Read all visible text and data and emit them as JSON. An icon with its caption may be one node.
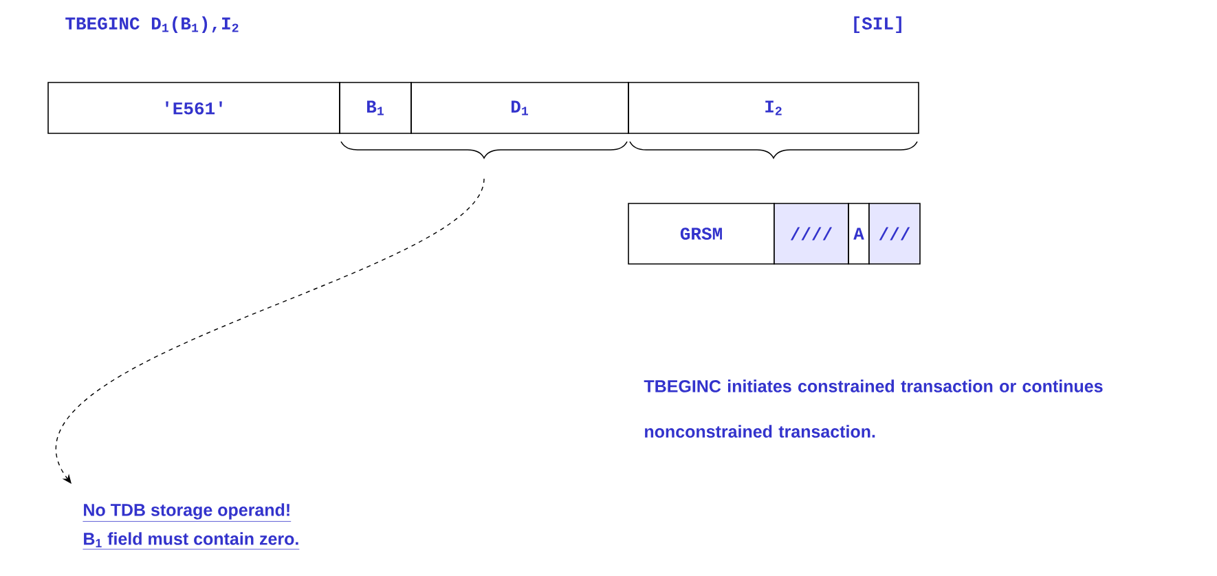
{
  "diagram": {
    "title": "TBEGINC D$_{1}$(B$_{1}$),I$_{2}$",
    "nodes": [
      {
        "text": [
          "'E561'"
        ]
      },
      {
        "text": [
          "B$_{1}$"
        ]
      },
      {
        "text": [
          "D$_{1}$"
        ]
      },
      {
        "text": [
          "I$_{2}$"
        ]
      },
      {
        "text": [
          "GRSM"
        ]
      },
      {
        "text": [
          "////"
        ]
      },
      {
        "text": [
          "A"
        ]
      },
      {
        "text": [
          "///"
        ]
      },
      {
        "text": [
          "No TDB storage operand!",
          "B$_{1}$ field must contain zero."
        ]
      }
    ],
    "edges": [
      {
        "from": null,
        "to": 8,
        "arrow": "to",
        "style": "dashed"
      }
    ],
    "labels": [
      "[SIL]",
      "TBEGINC initiates constrained transaction or continues nonconstrained transaction."
    ]
  }
}
